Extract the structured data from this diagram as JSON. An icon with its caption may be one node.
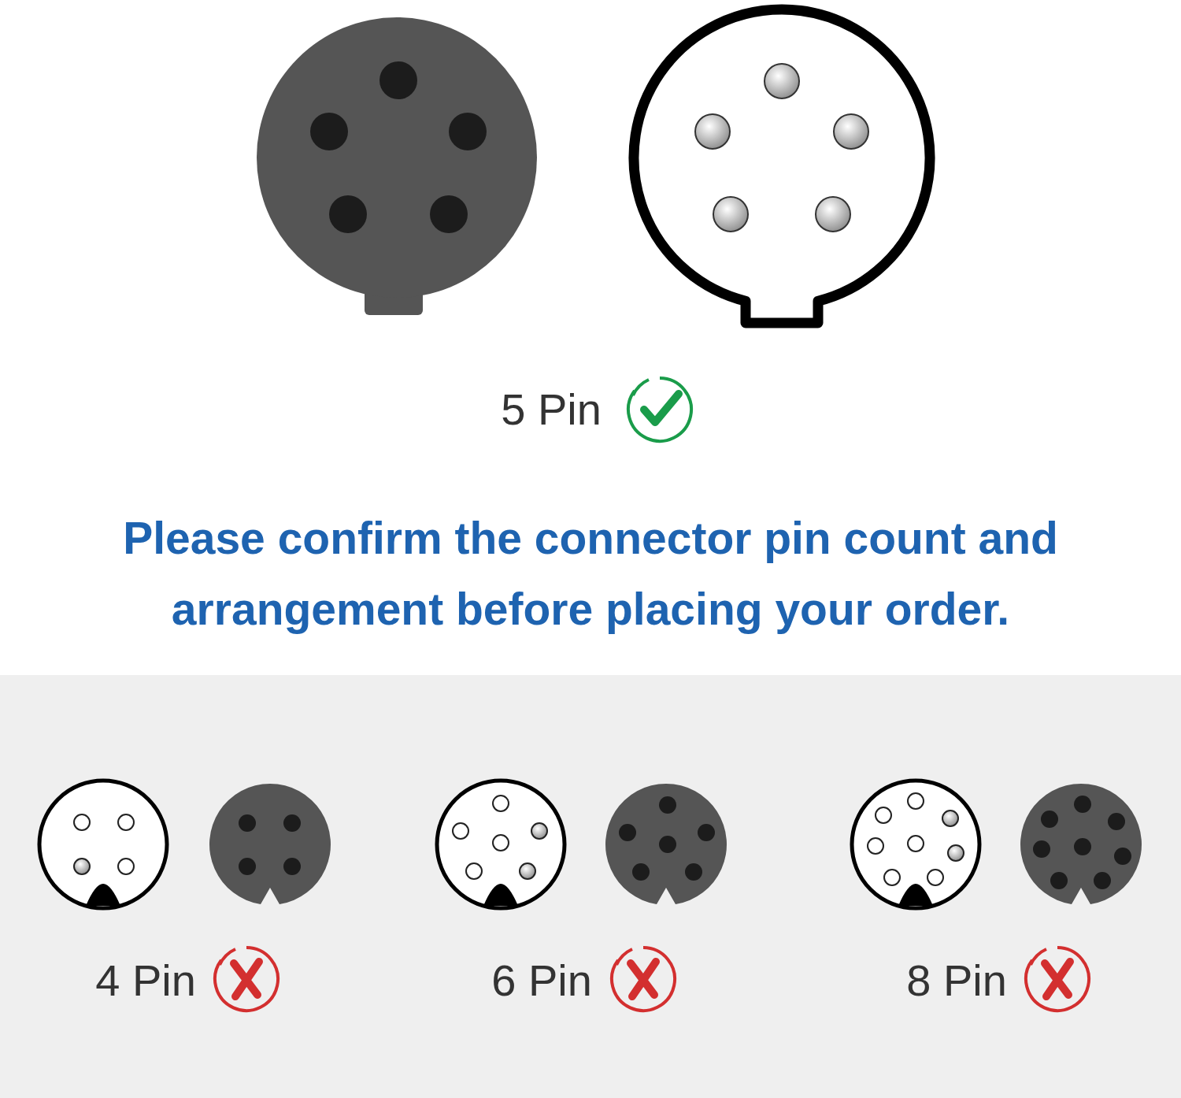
{
  "diagram": {
    "labels": [
      "5 Pin",
      "Please confirm the connector pin count and arrangement before placing your order.",
      "4 Pin",
      "6 Pin",
      "8 Pin"
    ]
  }
}
